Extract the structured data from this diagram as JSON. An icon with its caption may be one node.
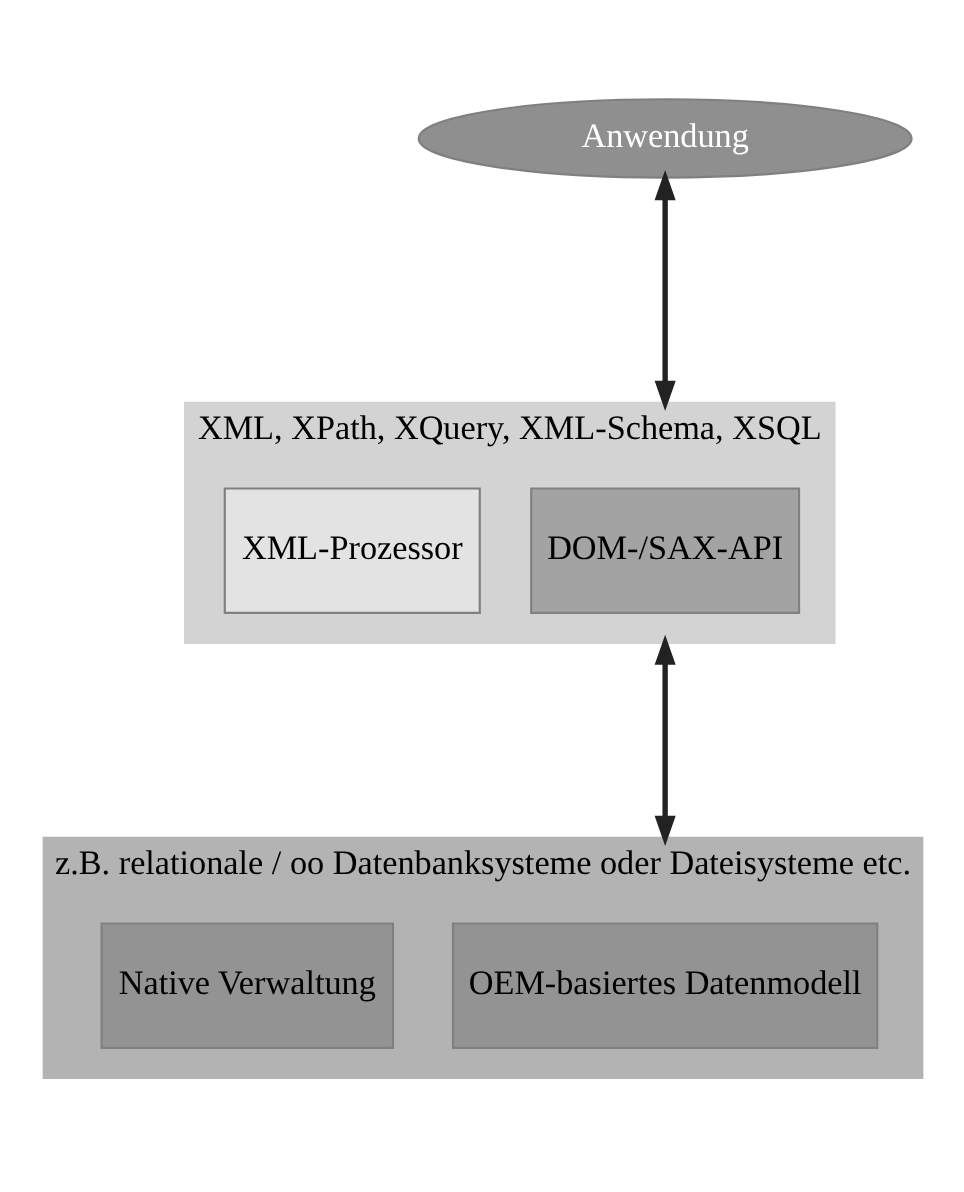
{
  "diagram": {
    "nodes": [
      {
        "text": [
          "Anwendung"
        ]
      },
      {
        "text": [
          "XML, XPath, XQuery, XML-Schema, XSQL"
        ]
      },
      {
        "text": [
          "DOM-/SAX-API"
        ],
        "in": 1
      },
      {
        "text": [
          "XML-Prozessor"
        ],
        "in": 1
      },
      {
        "text": [
          "z.B. relationale / oo Datenbanksysteme oder Dateisysteme etc."
        ]
      },
      {
        "text": [
          "OEM-basiertes Datenmodell"
        ],
        "in": 4
      },
      {
        "text": [
          "Native Verwaltung"
        ],
        "in": 4
      }
    ],
    "edges": [
      {
        "from": 0,
        "to": 1,
        "arrow": "both"
      },
      {
        "from": 1,
        "to": 4,
        "arrow": "both"
      }
    ]
  }
}
